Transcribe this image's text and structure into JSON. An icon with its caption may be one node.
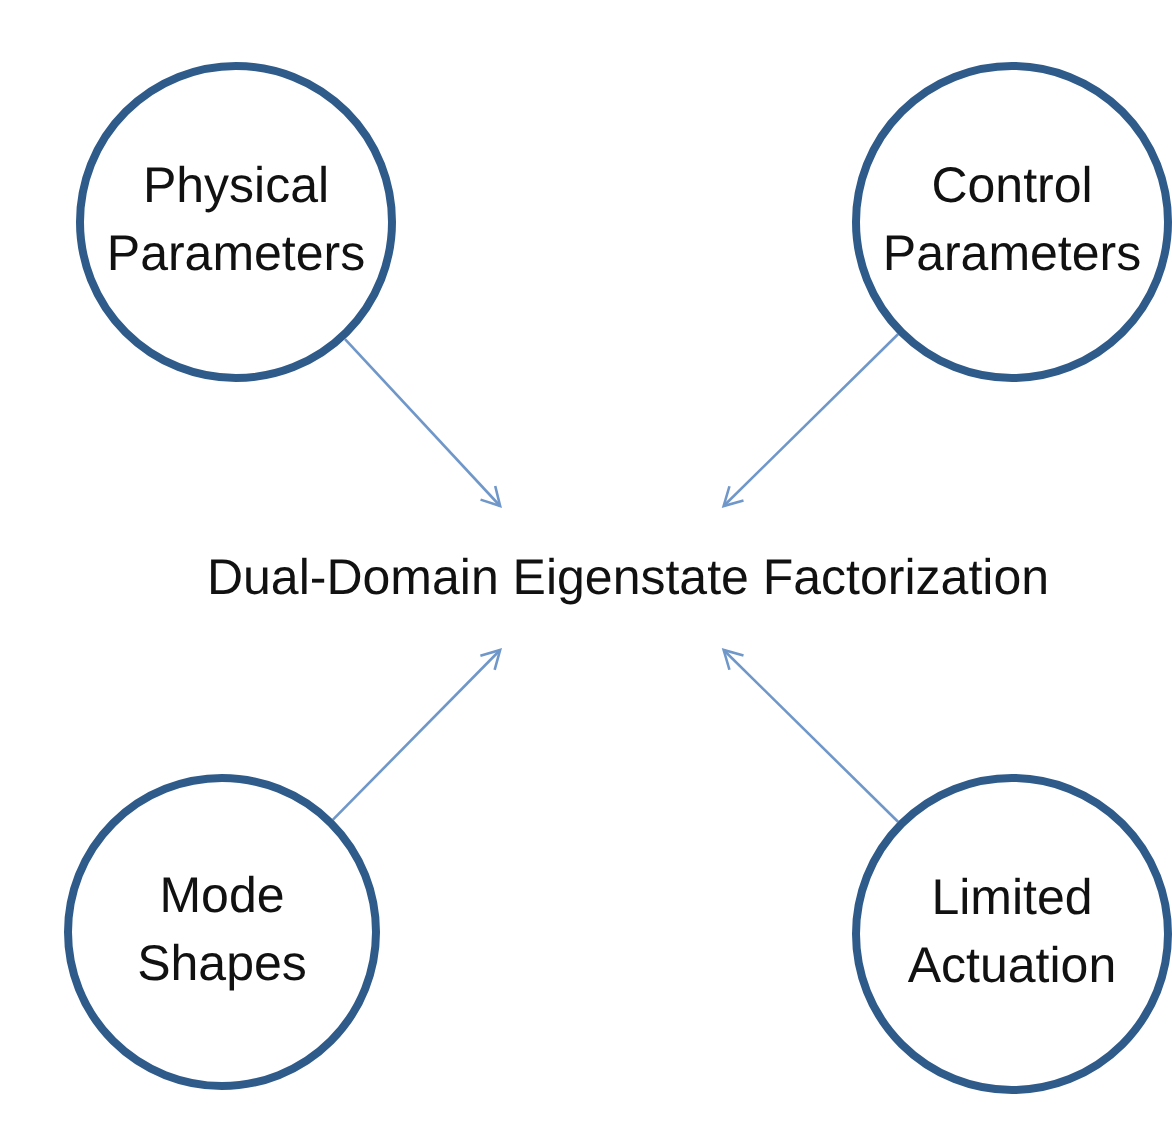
{
  "diagram": {
    "nodes": [
      {
        "text": [
          "Physical Parameters"
        ]
      },
      {
        "text": [
          "Control Parameters"
        ]
      },
      {
        "text": [
          "Dual-Domain Eigenstate Factorization"
        ]
      },
      {
        "text": [
          "Mode Shapes"
        ]
      },
      {
        "text": [
          "Limited Actuation"
        ]
      }
    ],
    "edges": [
      {
        "from": 0,
        "to": 2,
        "arrow": "to"
      },
      {
        "from": 1,
        "to": 2,
        "arrow": "to"
      },
      {
        "from": 3,
        "to": 2,
        "arrow": "to"
      },
      {
        "from": 4,
        "to": 2,
        "arrow": "to"
      }
    ]
  }
}
